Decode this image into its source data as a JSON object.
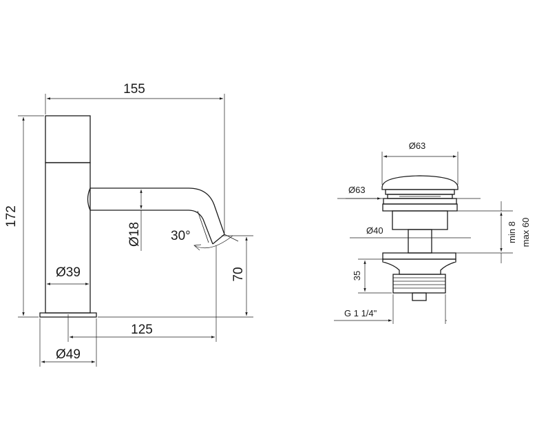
{
  "faucet": {
    "labels": {
      "overall_length": "155",
      "overall_height": "172",
      "spout_diameter": "Ø18",
      "spout_angle": "30°",
      "body_diameter": "Ø39",
      "outlet_height": "70",
      "spout_reach": "125",
      "base_diameter": "Ø49"
    }
  },
  "waste": {
    "labels": {
      "cap_diameter": "Ø63",
      "flange_diameter": "Ø63",
      "stem_diameter": "Ø40",
      "thread_length": "35",
      "thread": "G 1 1/4\"",
      "adjust_min": "min 8",
      "adjust_max": "max 60"
    }
  }
}
